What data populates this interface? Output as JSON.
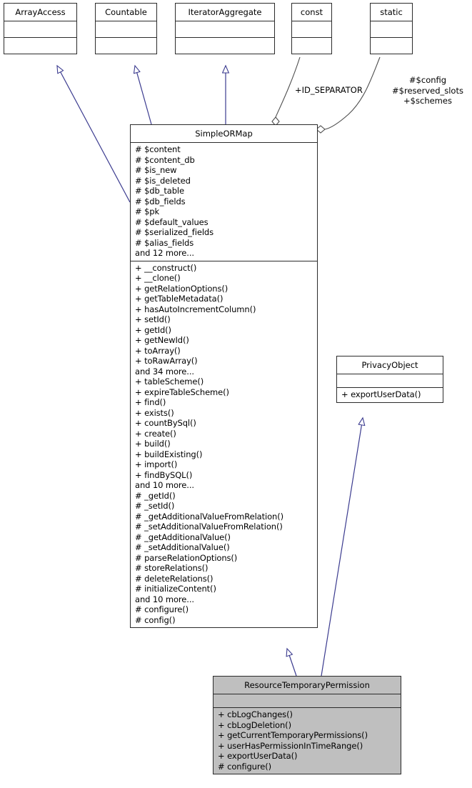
{
  "diagram": {
    "kind": "uml-class-diagram",
    "colors": {
      "background": "#ffffff",
      "box_border": "#2b2b2b",
      "box_fill": "#ffffff",
      "highlight_fill": "#bfbfbf",
      "inheritance_edge": "#3b3b8f",
      "association_edge": "#4d4d4d",
      "text": "#000000"
    }
  },
  "classes": {
    "array_access": {
      "name": "ArrayAccess",
      "attributes": [],
      "operations": []
    },
    "countable": {
      "name": "Countable",
      "attributes": [],
      "operations": []
    },
    "iterator_aggregate": {
      "name": "IteratorAggregate",
      "attributes": [],
      "operations": []
    },
    "const_box": {
      "name": "const",
      "attributes": [],
      "operations": []
    },
    "static_box": {
      "name": "static",
      "attributes": [],
      "operations": []
    },
    "simple_ormap": {
      "name": "SimpleORMap",
      "attributes": [
        "# $content",
        "# $content_db",
        "# $is_new",
        "# $is_deleted",
        "# $db_table",
        "# $db_fields",
        "# $pk",
        "# $default_values",
        "# $serialized_fields",
        "# $alias_fields",
        "and 12 more..."
      ],
      "operations": [
        "+ __construct()",
        "+ __clone()",
        "+ getRelationOptions()",
        "+ getTableMetadata()",
        "+ hasAutoIncrementColumn()",
        "+ setId()",
        "+ getId()",
        "+ getNewId()",
        "+ toArray()",
        "+ toRawArray()",
        "and 34 more...",
        "+ tableScheme()",
        "+ expireTableScheme()",
        "+ find()",
        "+ exists()",
        "+ countBySql()",
        "+ create()",
        "+ build()",
        "+ buildExisting()",
        "+ import()",
        "+ findBySQL()",
        "and 10 more...",
        "# _getId()",
        "# _setId()",
        "# _getAdditionalValueFromRelation()",
        "# _setAdditionalValueFromRelation()",
        "# _getAdditionalValue()",
        "# _setAdditionalValue()",
        "# parseRelationOptions()",
        "# storeRelations()",
        "# deleteRelations()",
        "# initializeContent()",
        "and 10 more...",
        "# configure()",
        "# config()"
      ]
    },
    "privacy_object": {
      "name": "PrivacyObject",
      "attributes": [],
      "operations": [
        "+ exportUserData()"
      ]
    },
    "resource_temporary_permission": {
      "name": "ResourceTemporaryPermission",
      "attributes": [],
      "operations": [
        "+ cbLogChanges()",
        "+ cbLogDeletion()",
        "+ getCurrentTemporaryPermissions()",
        "+ userHasPermissionInTimeRange()",
        "+ exportUserData()",
        "# configure()"
      ]
    }
  },
  "edge_labels": {
    "id_separator": "+ID_SEPARATOR",
    "static_members_line1": "#$config",
    "static_members_line2": "#$reserved_slots",
    "static_members_line3": "+$schemes"
  }
}
